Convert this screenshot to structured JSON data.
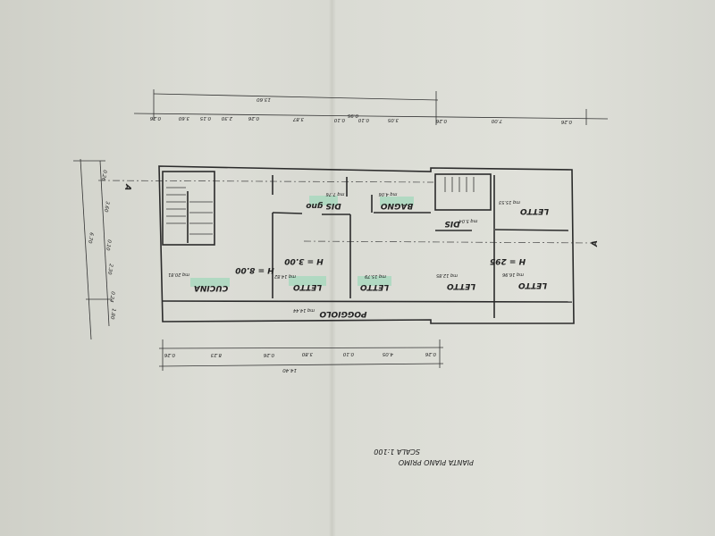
{
  "title": {
    "line1": "PIANTA PIANO PRIMO",
    "line2": "SCALA 1:100"
  },
  "rooms": [
    {
      "name": "CUCINA",
      "area": "mq 20.81"
    },
    {
      "name": "LETTO",
      "area": "mq 14.82"
    },
    {
      "name": "LETTO",
      "area": "mq 15.79"
    },
    {
      "name": "DIS gno",
      "area": "mq 7.76"
    },
    {
      "name": "BAGNO",
      "area": "mq 4.06"
    },
    {
      "name": "POGGIOLO",
      "area": "mq 14.44"
    },
    {
      "name": "LETTO",
      "area": "mq 15.53"
    },
    {
      "name": "DIS",
      "area": "mq 5.04"
    },
    {
      "name": "LETTO",
      "area": "mq 12.85"
    },
    {
      "name": "LETTO",
      "area": "mq 16.96"
    }
  ],
  "heights": [
    "H = 8.00",
    "H = 3.00",
    "H = 295"
  ],
  "section_marks": [
    "A",
    "A"
  ],
  "dimensions": {
    "top_total": "13.60",
    "top": [
      "0.26",
      "3.60",
      "0.15",
      "2.30",
      "0.26",
      "3.87",
      "0.10",
      "0.95",
      "0.10",
      "3.05",
      "0.26",
      "7.00",
      "0.26"
    ],
    "bottom": [
      "0.26",
      "8.23",
      "0.26",
      "3.80",
      "0.10",
      "4.05",
      "0.26"
    ],
    "bottom_total": "14.40",
    "left": [
      "0.26",
      "3.60",
      "0.10",
      "2.30",
      "0.24",
      "1.80"
    ],
    "left_total": "6.70"
  },
  "colors": {
    "paper": "#d9dad3",
    "ink": "#2b2b2b",
    "highlight": "#a9d8be"
  }
}
